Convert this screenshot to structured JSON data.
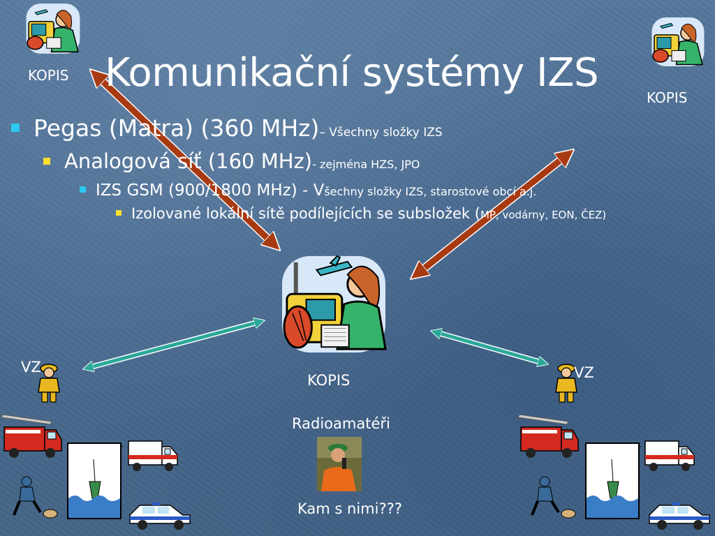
{
  "title": "Komunikační systémy IZS",
  "labels": {
    "kopis_top_left": "KOPIS",
    "kopis_top_right": "KOPIS",
    "kopis_center": "KOPIS",
    "vz_left": "VZ",
    "vz_right": "VZ",
    "radioamateri": "Radioamatéři",
    "kam_s_nimi": "Kam s nimi???"
  },
  "bullets": [
    {
      "level": 1,
      "main": "Pegas (Matra) (360 MHz)",
      "sub": " – Všechny složky IZS"
    },
    {
      "level": 2,
      "main": "Analogová síť (160 MHz)",
      "sub": " - zejména HZS, JPO"
    },
    {
      "level": 3,
      "main": "IZS GSM (900/1800 MHz) - V",
      "sub": "šechny složky IZS, starostové obcí a.j."
    },
    {
      "level": 4,
      "main": "Izolované lokální sítě podílejících se subsložek (",
      "sub": "MP, vodárny, EON, ČEZ)"
    }
  ],
  "colors": {
    "background": "#4a6c92",
    "bullet_cyan": "#2ec8f0",
    "bullet_yellow": "#ffe030",
    "arrow_brown": "#a83a12",
    "arrow_teal": "#2aa89a",
    "text": "#ffffff"
  },
  "icons": [
    "operator-clipart-icon",
    "firefighter-icon",
    "fire-truck-icon",
    "helicopter-icon",
    "ambulance-icon",
    "police-car-icon",
    "diver-icon",
    "radio-amateur-photo"
  ]
}
